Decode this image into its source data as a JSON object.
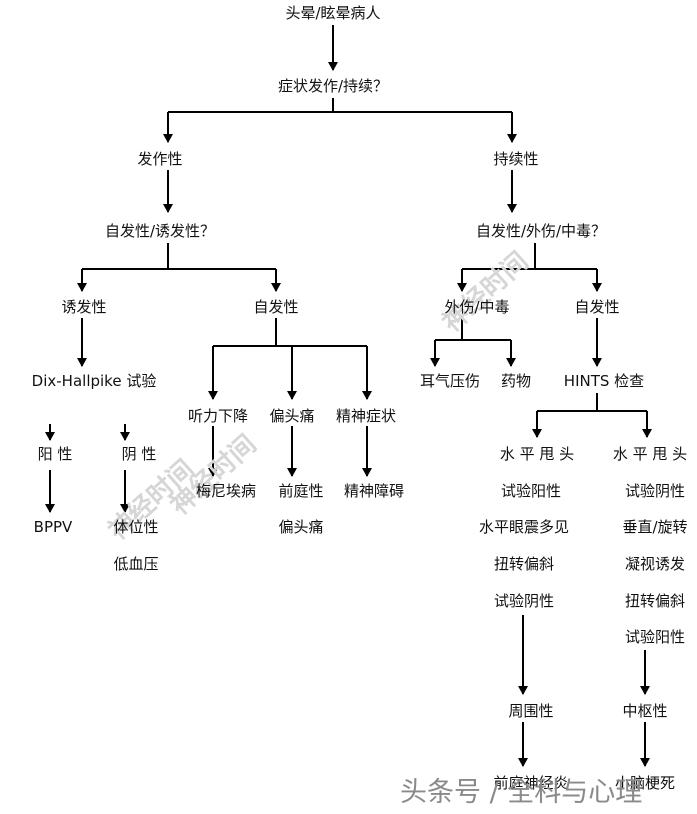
{
  "nodes": {
    "root": "头晕/眩晕病人",
    "q1": "症状发作/持续？",
    "episodic": "发作性",
    "persistent": "持续性",
    "q_spont_triggered": "自发性/诱发性？",
    "q_spont_trauma_toxic": "自发性/外伤/中毒？",
    "triggered": "诱发性",
    "spontaneous_left": "自发性",
    "trauma_toxic": "外伤/中毒",
    "spontaneous_right": "自发性",
    "dix_hallpike": "Dix-Hallpike 试验",
    "hearing_loss": "听力下降",
    "migraine": "偏头痛",
    "psych_symptoms": "精神症状",
    "ototoxic": "耳气压伤",
    "drug": "药物",
    "hints": "HINTS 检查",
    "positive": "阳 性",
    "negative": "阴 性",
    "bppv": "BPPV",
    "postural_1": "体位性",
    "postural_2": "低血压",
    "meniere": "梅尼埃病",
    "vest_migraine_1": "前庭性",
    "vest_migraine_2": "偏头痛",
    "psych_disorder": "精神障碍",
    "peripheral_block": [
      "水 平 甩 头",
      "试验阳性",
      "水平眼震多见",
      "扭转偏斜",
      "试验阴性"
    ],
    "central_block": [
      "水 平 甩 头",
      "试验阴性",
      "垂直/旋转",
      "凝视诱发",
      "扭转偏斜",
      "试验阳性"
    ],
    "peripheral": "周围性",
    "central": "中枢性",
    "vestibular_neuritis": "前庭神经炎",
    "cerebellar_stroke": "小脑梗死"
  },
  "watermarks": {
    "diagonal_1": "神经时间",
    "diagonal_2": "神经时间",
    "diagonal_3": "神经时间",
    "bottom": "头条号 / 全科与心理"
  }
}
